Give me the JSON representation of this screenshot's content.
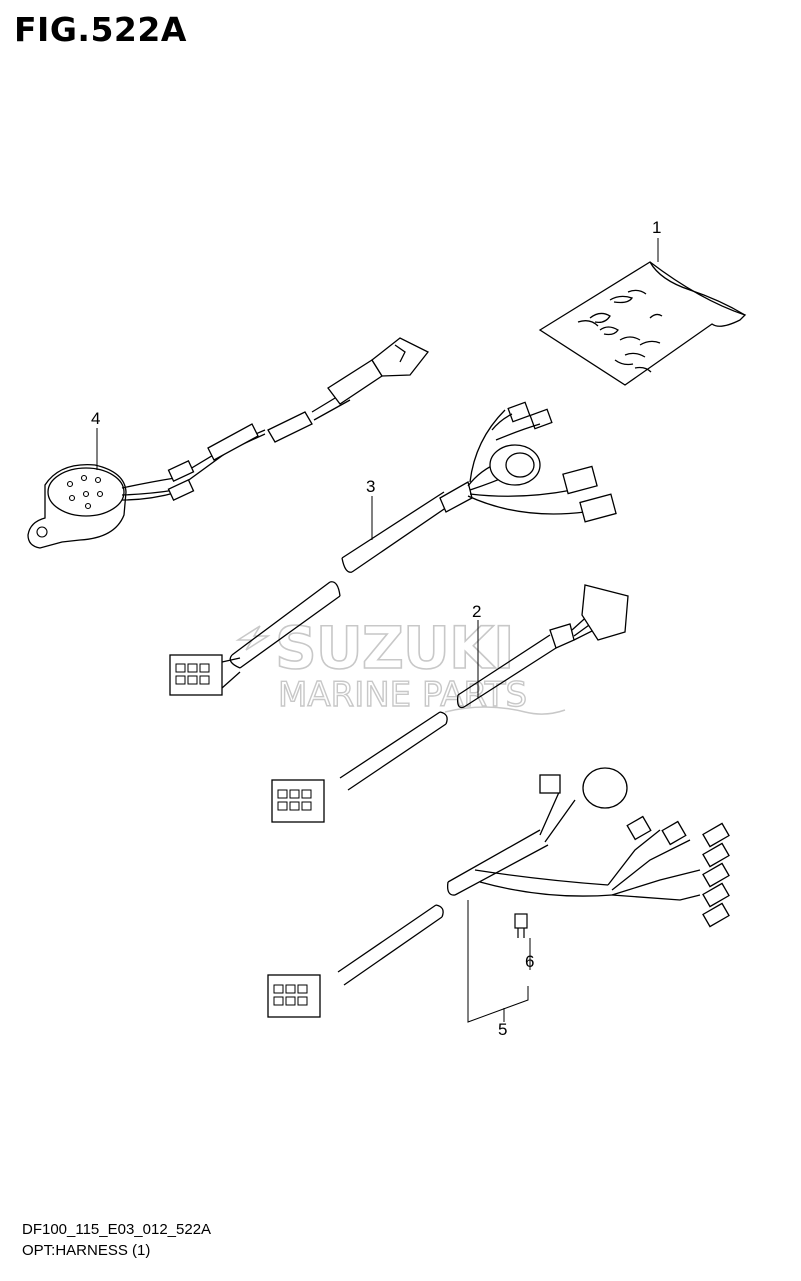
{
  "figure": {
    "title": "FIG.522A",
    "code": "DF100_115_E03_012_522A",
    "caption": "OPT:HARNESS (1)"
  },
  "callouts": [
    "1",
    "2",
    "3",
    "4",
    "5",
    "6"
  ],
  "watermark": {
    "line1": "SUZUKI",
    "line2": "MARINE PARTS",
    "color": "#c8c8c8"
  }
}
